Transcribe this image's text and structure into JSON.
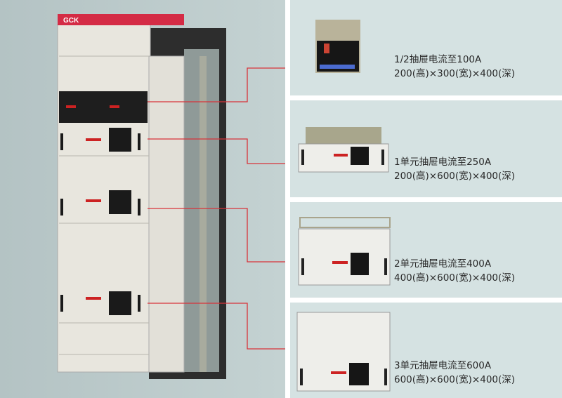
{
  "cabinet": {
    "brand": "GCK"
  },
  "drawers": [
    {
      "title": "1/2抽屉电流至100A",
      "dims": "200(高)×300(宽)×400(深)"
    },
    {
      "title": "1单元抽屉电流至250A",
      "dims": "200(高)×600(宽)×400(深)"
    },
    {
      "title": "2单元抽屉电流至400A",
      "dims": "400(高)×600(宽)×400(深)"
    },
    {
      "title": "3单元抽屉电流至600A",
      "dims": "600(高)×600(宽)×400(深)"
    }
  ],
  "colors": {
    "callout": "#d8333a",
    "panel": "#d5e2e2",
    "brand_strip": "#d42b45"
  }
}
